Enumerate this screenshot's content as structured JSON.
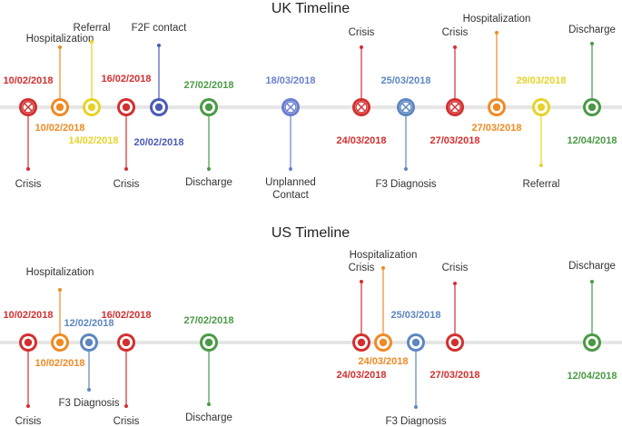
{
  "colors": {
    "Crisis": "#d32f2f",
    "Hospitalization": "#f08a24",
    "Referral": "#e6d32a",
    "F2F contact": "#4a5ab8",
    "Discharge": "#4a9a45",
    "Unplanned Contact": "#6a7fcf",
    "F3 Diagnosis": "#5d86c0",
    "line": "#e6e6e6",
    "title": "#222222",
    "label": "#333333"
  },
  "timelines": [
    {
      "title": "UK Timeline",
      "events": [
        {
          "type": "Crisis",
          "label": "Crisis",
          "date": "10/02/2018",
          "marker": "cross"
        },
        {
          "type": "Hospitalization",
          "label": "Hospitalization",
          "date": "10/02/2018",
          "marker": "dot"
        },
        {
          "type": "Referral",
          "label": "Referral",
          "date": "14/02/2018",
          "marker": "dot"
        },
        {
          "type": "Crisis",
          "label": "Crisis",
          "date": "16/02/2018",
          "marker": "dot"
        },
        {
          "type": "F2F contact",
          "label": "F2F contact",
          "date": "20/02/2018",
          "marker": "dot"
        },
        {
          "type": "Discharge",
          "label": "Discharge",
          "date": "27/02/2018",
          "marker": "dot"
        },
        {
          "type": "Unplanned Contact",
          "label": "Unplanned\nContact",
          "date": "18/03/2018",
          "marker": "cross"
        },
        {
          "type": "Crisis",
          "label": "Crisis",
          "date": "24/03/2018",
          "marker": "cross"
        },
        {
          "type": "F3 Diagnosis",
          "label": "F3 Diagnosis",
          "date": "25/03/2018",
          "marker": "cross"
        },
        {
          "type": "Crisis",
          "label": "Crisis",
          "date": "27/03/2018",
          "marker": "cross"
        },
        {
          "type": "Hospitalization",
          "label": "Hospitalization",
          "date": "27/03/2018",
          "marker": "dot"
        },
        {
          "type": "Referral",
          "label": "Referral",
          "date": "29/03/2018",
          "marker": "dot"
        },
        {
          "type": "Discharge",
          "label": "Discharge",
          "date": "12/04/2018",
          "marker": "dot"
        }
      ]
    },
    {
      "title": "US Timeline",
      "events": [
        {
          "type": "Crisis",
          "label": "Crisis",
          "date": "10/02/2018",
          "marker": "dot"
        },
        {
          "type": "Hospitalization",
          "label": "Hospitalization",
          "date": "10/02/2018",
          "marker": "dot"
        },
        {
          "type": "F3 Diagnosis",
          "label": "F3 Diagnosis",
          "date": "12/02/2018",
          "marker": "dot"
        },
        {
          "type": "Crisis",
          "label": "Crisis",
          "date": "16/02/2018",
          "marker": "dot"
        },
        {
          "type": "Discharge",
          "label": "Discharge",
          "date": "27/02/2018",
          "marker": "dot"
        },
        {
          "type": "Crisis",
          "label": "Crisis",
          "date": "24/03/2018",
          "marker": "dot"
        },
        {
          "type": "Hospitalization",
          "label": "Hospitalization",
          "date": "24/03/2018",
          "marker": "dot"
        },
        {
          "type": "F3 Diagnosis",
          "label": "F3 Diagnosis",
          "date": "25/03/2018",
          "marker": "dot"
        },
        {
          "type": "Crisis",
          "label": "Crisis",
          "date": "27/03/2018",
          "marker": "dot"
        },
        {
          "type": "Discharge",
          "label": "Discharge",
          "date": "12/04/2018",
          "marker": "dot"
        }
      ]
    }
  ]
}
